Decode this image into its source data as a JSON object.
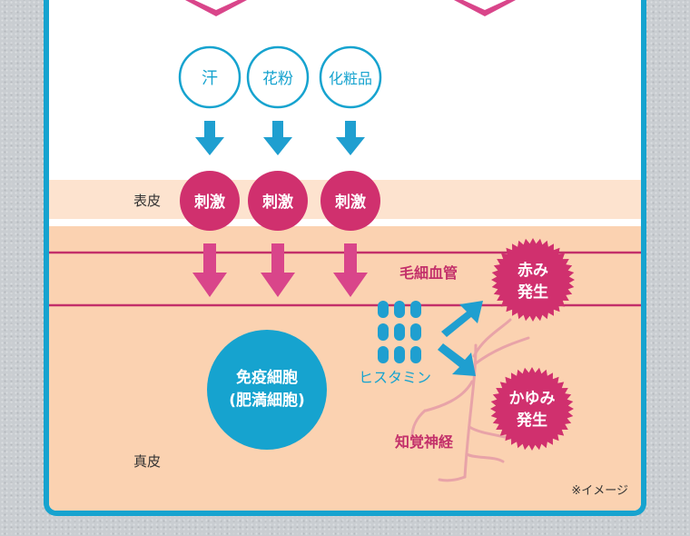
{
  "causes": [
    "汗",
    "花粉",
    "化粧品"
  ],
  "stimulus": "刺激",
  "layers": {
    "epidermis": "表皮",
    "dermis": "真皮"
  },
  "capillary": "毛細血管",
  "immune_cell": {
    "line1": "免疫細胞",
    "line2": "(肥満細胞)"
  },
  "histamine": "ヒスタミン",
  "nerve": "知覚神経",
  "results": [
    {
      "line1": "赤み",
      "line2": "発生"
    },
    {
      "line1": "かゆみ",
      "line2": "発生"
    }
  ],
  "note": "※イメージ",
  "colors": {
    "border": "#16a3cf",
    "magenta": "#d0306e",
    "arrow_blue": "#1f9fd0",
    "arrow_pink": "#d9458a",
    "epidermis": "#fde3cf",
    "dermis": "#fbd2b1",
    "capillary_line": "#c3306a",
    "nerve": "#e8a3a8"
  }
}
